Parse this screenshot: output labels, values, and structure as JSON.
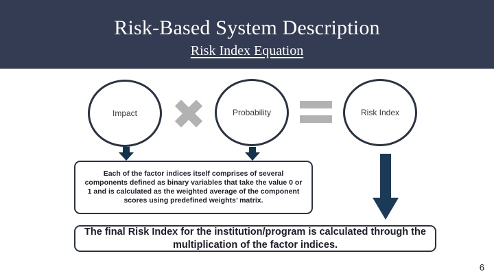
{
  "slide": {
    "page_number": "6",
    "background_color": "#ffffff"
  },
  "header": {
    "title": "Risk-Based System Description",
    "subtitle": "Risk Index Equation",
    "background_color": "#333c52",
    "text_color": "#ffffff"
  },
  "equation": {
    "nodes": [
      {
        "label": "Impact"
      },
      {
        "label": "Probability"
      },
      {
        "label": "Risk Index"
      }
    ],
    "operators": [
      {
        "name": "multiply-operator",
        "symbol": "×",
        "color": "#b2b2b2"
      },
      {
        "name": "equals-operator",
        "symbol": "=",
        "color": "#b2b2b2"
      }
    ],
    "node_outline_color": "#2a3342",
    "arrow_color": "#1b3a57"
  },
  "callouts": {
    "factor_note": "Each of the factor indices itself comprises of several components defined as binary variables that take the value 0 or 1 and is calculated as the weighted average of the component scores using predefined weights’ matrix.",
    "final_note": "The final Risk Index for the institution/program is calculated through the multiplication of the factor indices.",
    "border_color": "#2a3342"
  }
}
